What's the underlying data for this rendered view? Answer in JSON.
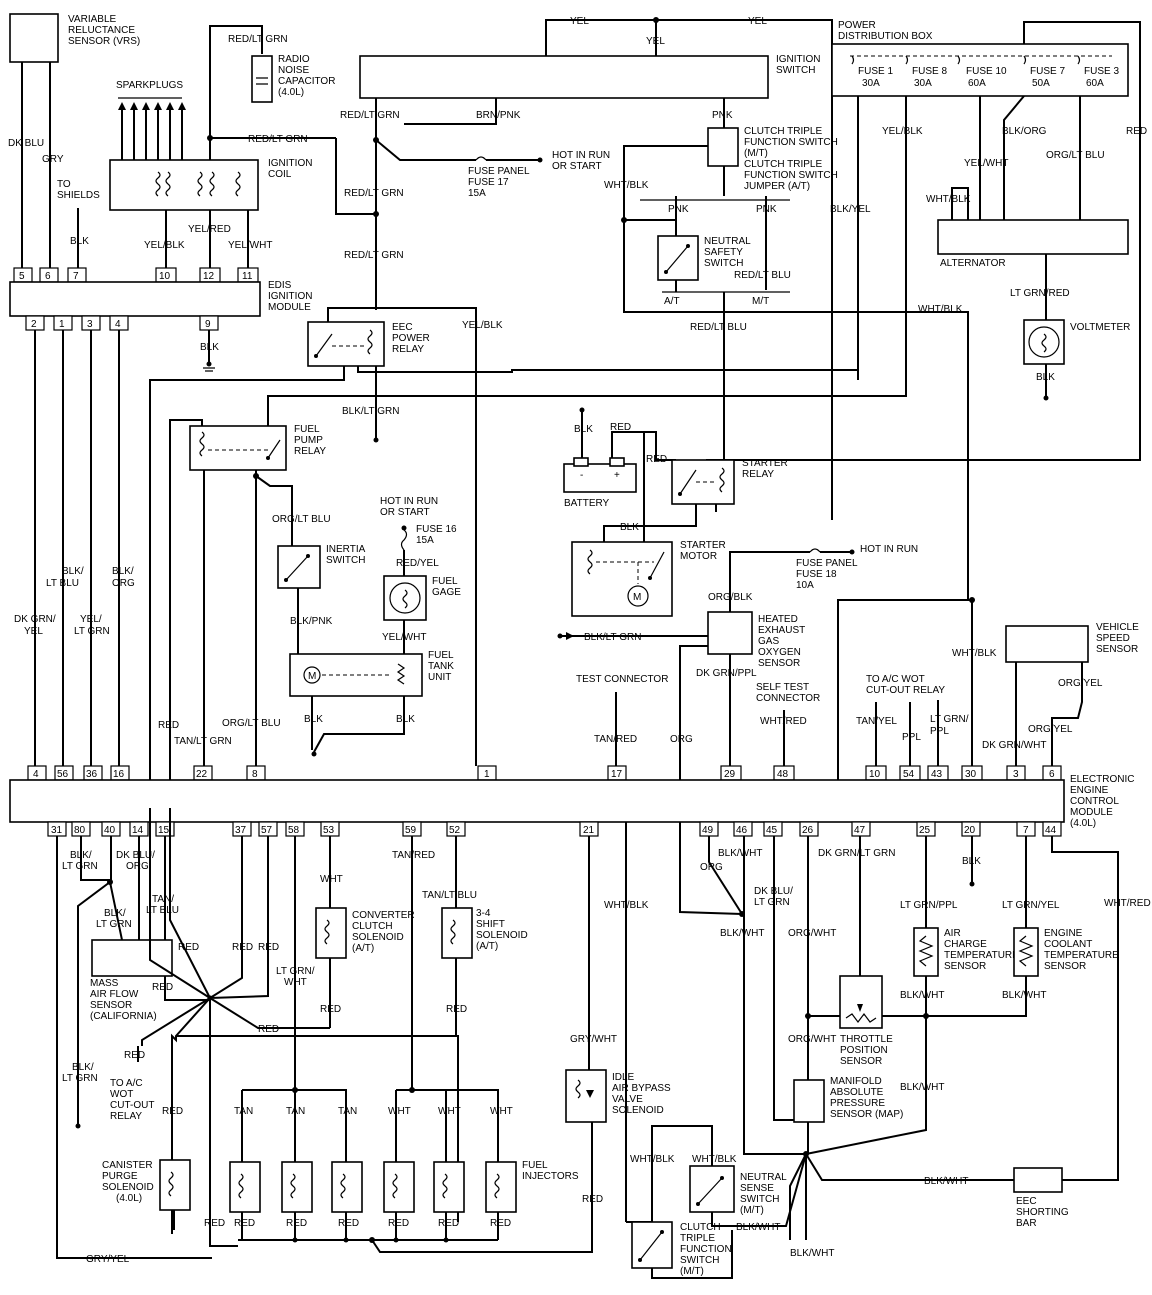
{
  "components": {
    "vrs": "VARIABLE RELUCTANCE SENSOR (VRS)",
    "sparkplugs": "SPARKPLUGS",
    "ignition_coil": "IGNITION COIL",
    "edis": "EDIS IGNITION MODULE",
    "capacitor": "RADIO NOISE CAPACITOR (4.0L)",
    "ignition_switch": "IGNITION SWITCH",
    "pdb": "POWER DISTRIBUTION BOX",
    "fuses": [
      {
        "name": "FUSE 1",
        "rating": "30A"
      },
      {
        "name": "FUSE 8",
        "rating": "30A"
      },
      {
        "name": "FUSE 10",
        "rating": "60A"
      },
      {
        "name": "FUSE 7",
        "rating": "50A"
      },
      {
        "name": "FUSE 3",
        "rating": "60A"
      }
    ],
    "fuse17": "FUSE PANEL FUSE 17 15A",
    "hot_run_start": "HOT IN RUN OR START",
    "ctfs_top": "CLUTCH TRIPLE FUNCTION SWITCH (M/T) CLUTCH TRIPLE FUNCTION SWITCH JUMPER (A/T)",
    "nss": "NEUTRAL SAFETY SWITCH",
    "alternator": "ALTERNATOR",
    "voltmeter": "VOLTMETER",
    "eec_relay": "EEC POWER RELAY",
    "fuel_pump_relay": "FUEL PUMP RELAY",
    "inertia": "INERTIA SWITCH",
    "fuse16": "FUSE 16 15A",
    "fuel_gage": "FUEL GAGE",
    "fuel_tank": "FUEL TANK UNIT",
    "battery": "BATTERY",
    "starter_relay": "STARTER RELAY",
    "starter_motor": "STARTER MOTOR",
    "fuse18": "FUSE PANEL FUSE 18 10A",
    "hot_in_run": "HOT IN RUN",
    "hego": "HEATED EXHAUST GAS OXYGEN SENSOR",
    "test_conn": "TEST CONNECTOR",
    "self_test": "SELF TEST CONNECTOR",
    "ac_relay": "TO A/C WOT CUT-OUT RELAY",
    "vss": "VEHICLE SPEED SENSOR",
    "eec": "ELECTRONIC ENGINE CONTROL MODULE (4.0L)",
    "maf": "MASS AIR FLOW SENSOR (CALIFORNIA)",
    "to_ac_relay": "TO A/C WOT CUT-OUT RELAY",
    "converter": "CONVERTER CLUTCH SOLENOID (A/T)",
    "shift": "3-4 SHIFT SOLENOID (A/T)",
    "canister": "CANISTER PURGE SOLENOID (4.0L)",
    "injectors": "FUEL INJECTORS",
    "iac": "IDLE AIR BYPASS VALVE SOLENOID",
    "ctfs_bottom": "CLUTCH TRIPLE FUNCTION SWITCH (M/T)",
    "neutral_sense": "NEUTRAL SENSE SWITCH (M/T)",
    "act": "AIR CHARGE TEMPERATURE SENSOR",
    "ect": "ENGINE COOLANT TEMPERATURE SENSOR",
    "tps": "THROTTLE POSITION SENSOR",
    "map": "MANIFOLD ABSOLUTE PRESSURE SENSOR (MAP)",
    "shorting": "EEC SHORTING BAR",
    "to_shields": "TO SHIELDS"
  },
  "edis_pins_top": [
    "5",
    "6",
    "7",
    "10",
    "12",
    "11"
  ],
  "edis_pins_bottom": [
    "2",
    "1",
    "3",
    "4",
    "9"
  ],
  "eec_pins_top": [
    "4",
    "56",
    "36",
    "16",
    "22",
    "8",
    "1",
    "17",
    "29",
    "48",
    "10",
    "54",
    "43",
    "30",
    "3",
    "6"
  ],
  "eec_pins_bottom": [
    "31",
    "80",
    "40",
    "14",
    "15",
    "37",
    "57",
    "58",
    "53",
    "59",
    "52",
    "21",
    "49",
    "46",
    "45",
    "26",
    "47",
    "25",
    "20",
    "7",
    "44"
  ],
  "wire_labels": {
    "yel": "YEL",
    "dk_blu": "DK BLU",
    "gry": "GRY",
    "blk": "BLK",
    "red_lt_grn": "RED/LT GRN",
    "brn_pnk": "BRN/PNK",
    "pnk": "PNK",
    "yel_blk": "YEL/BLK",
    "yel_red": "YEL/RED",
    "yel_wht": "YEL/WHT",
    "wht_blk": "WHT/BLK",
    "blk_org": "BLK/ORG",
    "red": "RED",
    "org_lt_blu": "ORG/LT BLU",
    "blk_yel": "BLK/YEL",
    "red_lt_blu": "RED/LT BLU",
    "lt_grn_red": "LT GRN/RED",
    "a_t": "A/T",
    "m_t": "M/T",
    "blk_lt_grn": "BLK/LT GRN",
    "red_yel": "RED/YEL",
    "blk_pnk": "BLK/PNK",
    "org_blk": "ORG/BLK",
    "dk_grn_ppl": "DK GRN/PPL",
    "wht_red": "WHT/RED",
    "tan_red": "TAN/RED",
    "org": "ORG",
    "tan_yel": "TAN/YEL",
    "ppl": "PPL",
    "lt_grn_ppl_s": "LT GRN/ PPL",
    "wht_blk_b": "WHT/BLK",
    "dk_grn_wht": "DK GRN/WHT",
    "org_yel": "ORG/YEL",
    "dk_grn_yel": "DK GRN/ YEL",
    "blk_lt_blu": "BLK/ LT BLU",
    "yel_lt_grn": "YEL/ LT GRN",
    "blk_org_s": "BLK/ ORG",
    "tan_lt_grn": "TAN/LT GRN",
    "blk_lt_grn_s": "BLK/ LT GRN",
    "dk_blu_org": "DK BLU/ ORG",
    "tan_lt_blu_s": "TAN/ LT BLU",
    "wht": "WHT",
    "tan_lt_blu": "TAN/LT BLU",
    "lt_grn_wht": "LT GRN/ WHT",
    "tan": "TAN",
    "gry_wht": "GRY/WHT",
    "gry_yel": "GRY/YEL",
    "blk_wht": "BLK/WHT",
    "dk_blu_lt_grn": "DK BLU/ LT GRN",
    "org_wht": "ORG/WHT",
    "dk_grn_lt_grn": "DK GRN/LT GRN",
    "lt_grn_ppl": "LT GRN/PPL",
    "lt_grn_yel": "LT GRN/YEL"
  },
  "colors": {
    "ink": "#000000",
    "paper": "#ffffff"
  }
}
